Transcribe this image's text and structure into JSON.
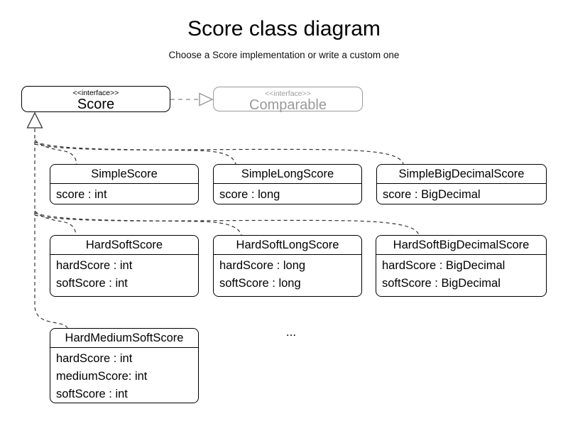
{
  "page": {
    "title": "Score class diagram",
    "subtitle": "Choose a Score implementation or write a custom one",
    "ellipsis": "..."
  },
  "interfaces": {
    "score": {
      "stereotype": "<<interface>>",
      "name": "Score"
    },
    "comparable": {
      "stereotype": "<<interface>>",
      "name": "Comparable"
    }
  },
  "classes": [
    {
      "name": "SimpleScore",
      "attributes": [
        "score : int"
      ]
    },
    {
      "name": "SimpleLongScore",
      "attributes": [
        "score : long"
      ]
    },
    {
      "name": "SimpleBigDecimalScore",
      "attributes": [
        "score : BigDecimal"
      ]
    },
    {
      "name": "HardSoftScore",
      "attributes": [
        "hardScore : int",
        "softScore : int"
      ]
    },
    {
      "name": "HardSoftLongScore",
      "attributes": [
        "hardScore : long",
        "softScore : long"
      ]
    },
    {
      "name": "HardSoftBigDecimalScore",
      "attributes": [
        "hardScore : BigDecimal",
        "softScore : BigDecimal"
      ]
    },
    {
      "name": "HardMediumSoftScore",
      "attributes": [
        "hardScore : int",
        "mediumScore: int",
        "softScore : int"
      ]
    }
  ],
  "relations": {
    "realization": "Score ..|> Comparable",
    "generalization": "implementations ..|> Score"
  },
  "colors": {
    "ink": "#000000",
    "muted_gray": "#9a9a9a",
    "dash_line": "#333333",
    "background": "#ffffff"
  }
}
